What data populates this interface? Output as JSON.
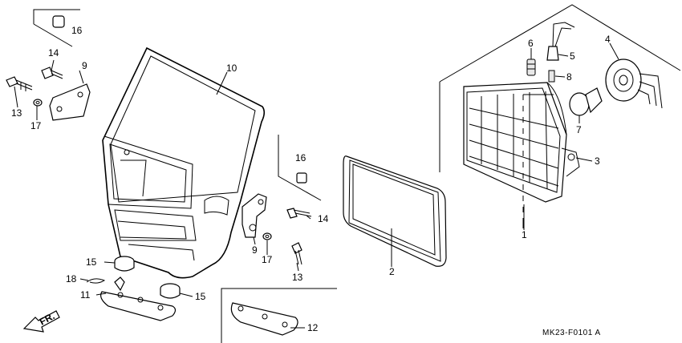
{
  "diagram_code": "MK23-F0101 A",
  "direction_label": "FR.",
  "callouts": {
    "c1": "1",
    "c2": "2",
    "c3": "3",
    "c4": "4",
    "c5": "5",
    "c6": "6",
    "c7": "7",
    "c8": "8",
    "c9a": "9",
    "c9b": "9",
    "c10": "10",
    "c11": "11",
    "c12": "12",
    "c13a": "13",
    "c13b": "13",
    "c14a": "14",
    "c14b": "14",
    "c15a": "15",
    "c15b": "15",
    "c16a": "16",
    "c16b": "16",
    "c17a": "17",
    "c17b": "17",
    "c18": "18"
  }
}
